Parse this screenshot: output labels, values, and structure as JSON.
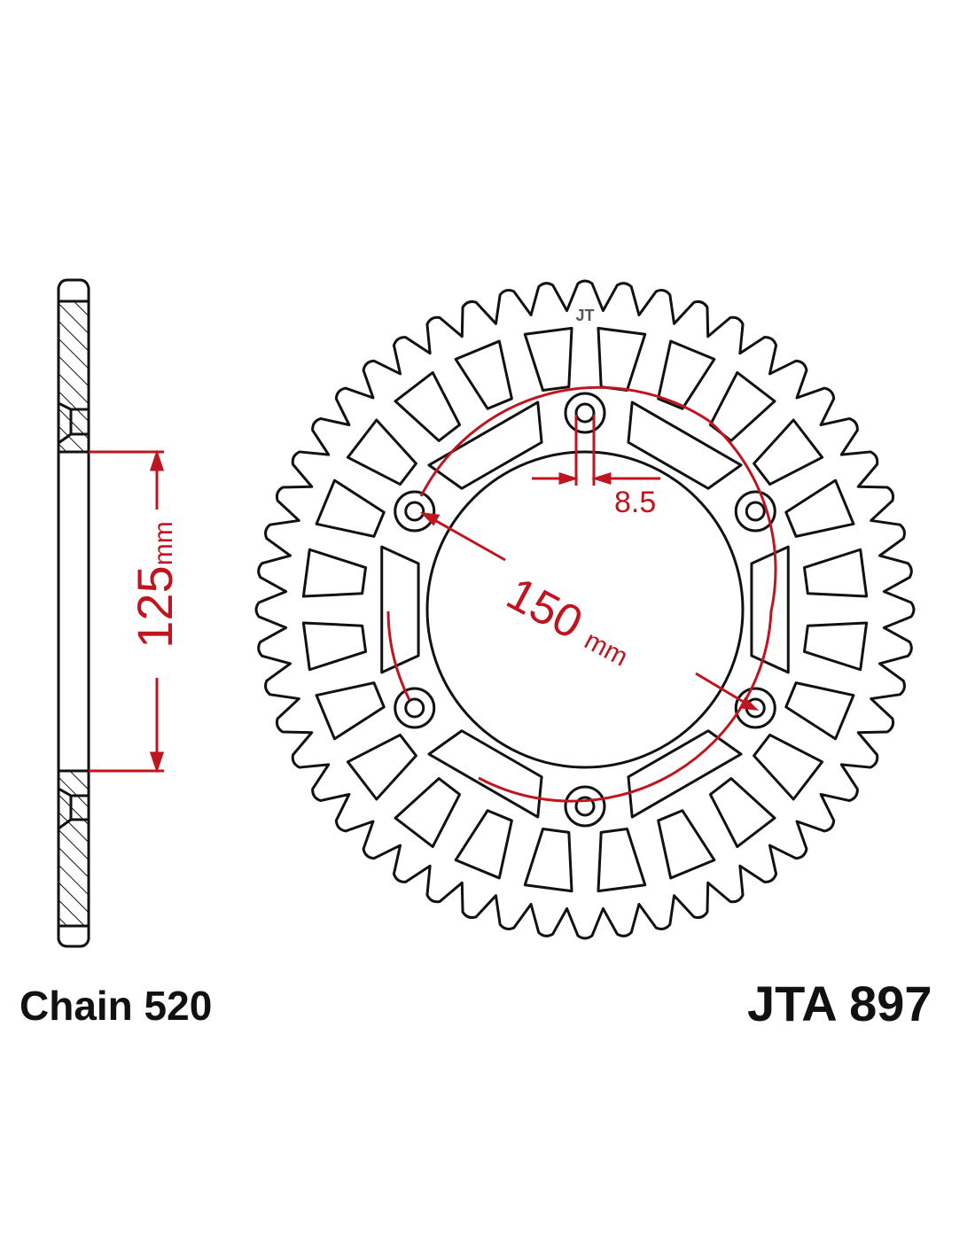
{
  "side_view": {
    "dimension_value": "125",
    "dimension_unit": "mm"
  },
  "front_view": {
    "bolt_circle_value": "150",
    "bolt_circle_unit": "mm",
    "bolt_hole_value": "8.5",
    "bolt_hole_count": 6,
    "logo_text": "JT"
  },
  "labels": {
    "chain": "Chain 520",
    "part_number": "JTA 897"
  },
  "colors": {
    "line": "#111111",
    "dimension": "#c0141e"
  }
}
